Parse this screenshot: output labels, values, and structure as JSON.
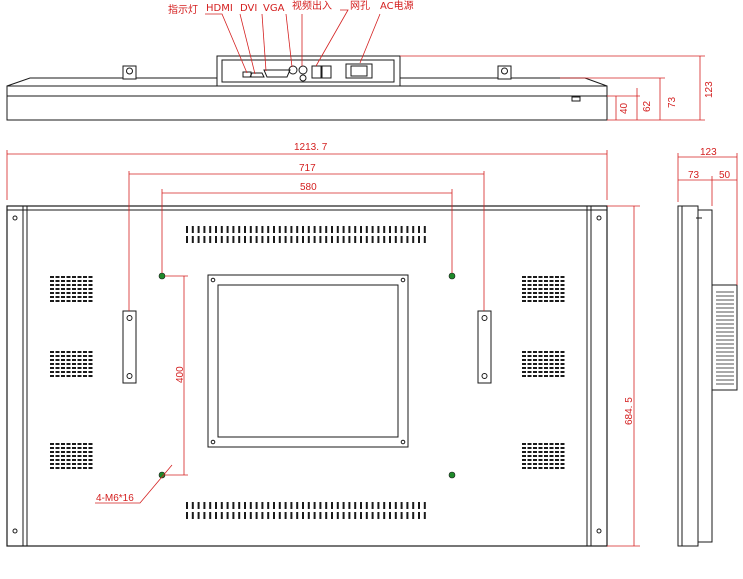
{
  "top_view": {
    "labels": {
      "indicator": "指示灯",
      "hdmi": "HDMI",
      "dvi": "DVI",
      "vga": "VGA",
      "video_out": "视频出入",
      "network": "网孔",
      "ac_power": "AC电源"
    },
    "dims": {
      "d123": "123",
      "d73": "73",
      "d62": "62",
      "d40": "40"
    }
  },
  "front_view": {
    "dims": {
      "width": "1213. 7",
      "mount_717": "717",
      "mount_580": "580",
      "vert_400": "400",
      "height": "684. 5",
      "screw": "4-M6*16"
    }
  },
  "side_view": {
    "dims": {
      "d123": "123",
      "d73": "73",
      "d50": "50"
    }
  },
  "colors": {
    "line": "#1a1a1a",
    "dimension": "#d42020",
    "hole": "#1f8a2a"
  }
}
